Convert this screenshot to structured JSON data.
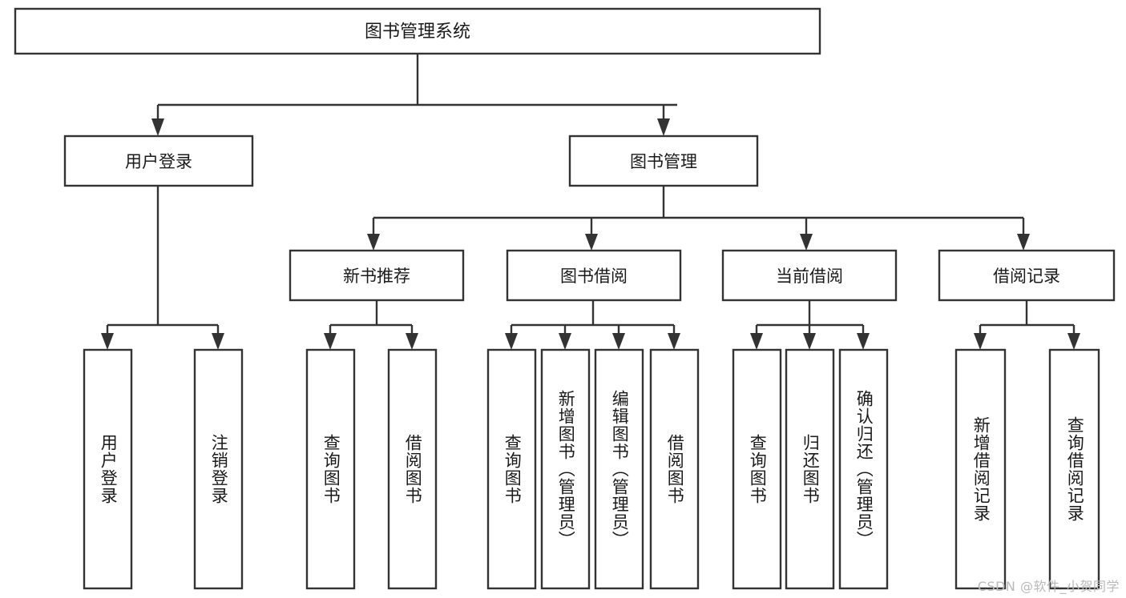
{
  "diagram": {
    "title": "图书管理系统",
    "watermark": "CSDN @软件_小贺同学",
    "colors": {
      "box_stroke": "#333333",
      "box_fill": "#ffffff",
      "text": "#1a1a1a",
      "background": "#ffffff",
      "watermark": "#b9b9b9"
    },
    "levels": {
      "root": {
        "label": "图书管理系统"
      },
      "level2": [
        {
          "label": "用户登录"
        },
        {
          "label": "图书管理"
        }
      ],
      "level3": [
        {
          "label": "新书推荐"
        },
        {
          "label": "图书借阅"
        },
        {
          "label": "当前借阅"
        },
        {
          "label": "借阅记录"
        }
      ],
      "leaves": {
        "user_login": [
          {
            "label": "用户登录"
          },
          {
            "label": "注销登录"
          }
        ],
        "new_book": [
          {
            "label": "查询图书"
          },
          {
            "label": "借阅图书"
          }
        ],
        "book_borrow": [
          {
            "label": "查询图书"
          },
          {
            "label": "新增图书（管理员）"
          },
          {
            "label": "编辑图书（管理员）"
          },
          {
            "label": "借阅图书"
          }
        ],
        "current_borrow": [
          {
            "label": "查询图书"
          },
          {
            "label": "归还图书"
          },
          {
            "label": "确认归还（管理员）"
          }
        ],
        "borrow_record": [
          {
            "label": "新增借阅记录"
          },
          {
            "label": "查询借阅记录"
          }
        ]
      }
    }
  }
}
